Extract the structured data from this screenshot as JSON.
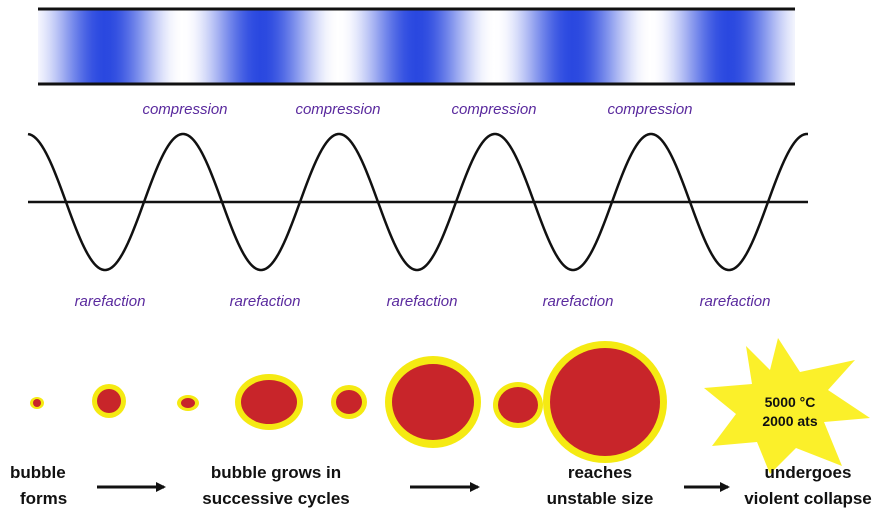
{
  "colors": {
    "wave_dark": "#2a48e0",
    "wave_light": "#ffffff",
    "bubble_fill": "#c8252a",
    "bubble_rim": "#f5ea12",
    "star": "#fbf02a",
    "label_purple": "#5a2a9e"
  },
  "compression_labels": [
    "compression",
    "compression",
    "compression",
    "compression"
  ],
  "rarefaction_labels": [
    "rarefaction",
    "rarefaction",
    "rarefaction",
    "rarefaction",
    "rarefaction"
  ],
  "star": {
    "line1": "5000 °C",
    "line2": "2000 ats"
  },
  "stages": [
    {
      "line1": "bubble",
      "line2": "forms"
    },
    {
      "line1": "bubble grows in",
      "line2": "successive cycles"
    },
    {
      "line1": "reaches",
      "line2": "unstable size"
    },
    {
      "line1": "undergoes",
      "line2": "violent collapse"
    }
  ]
}
